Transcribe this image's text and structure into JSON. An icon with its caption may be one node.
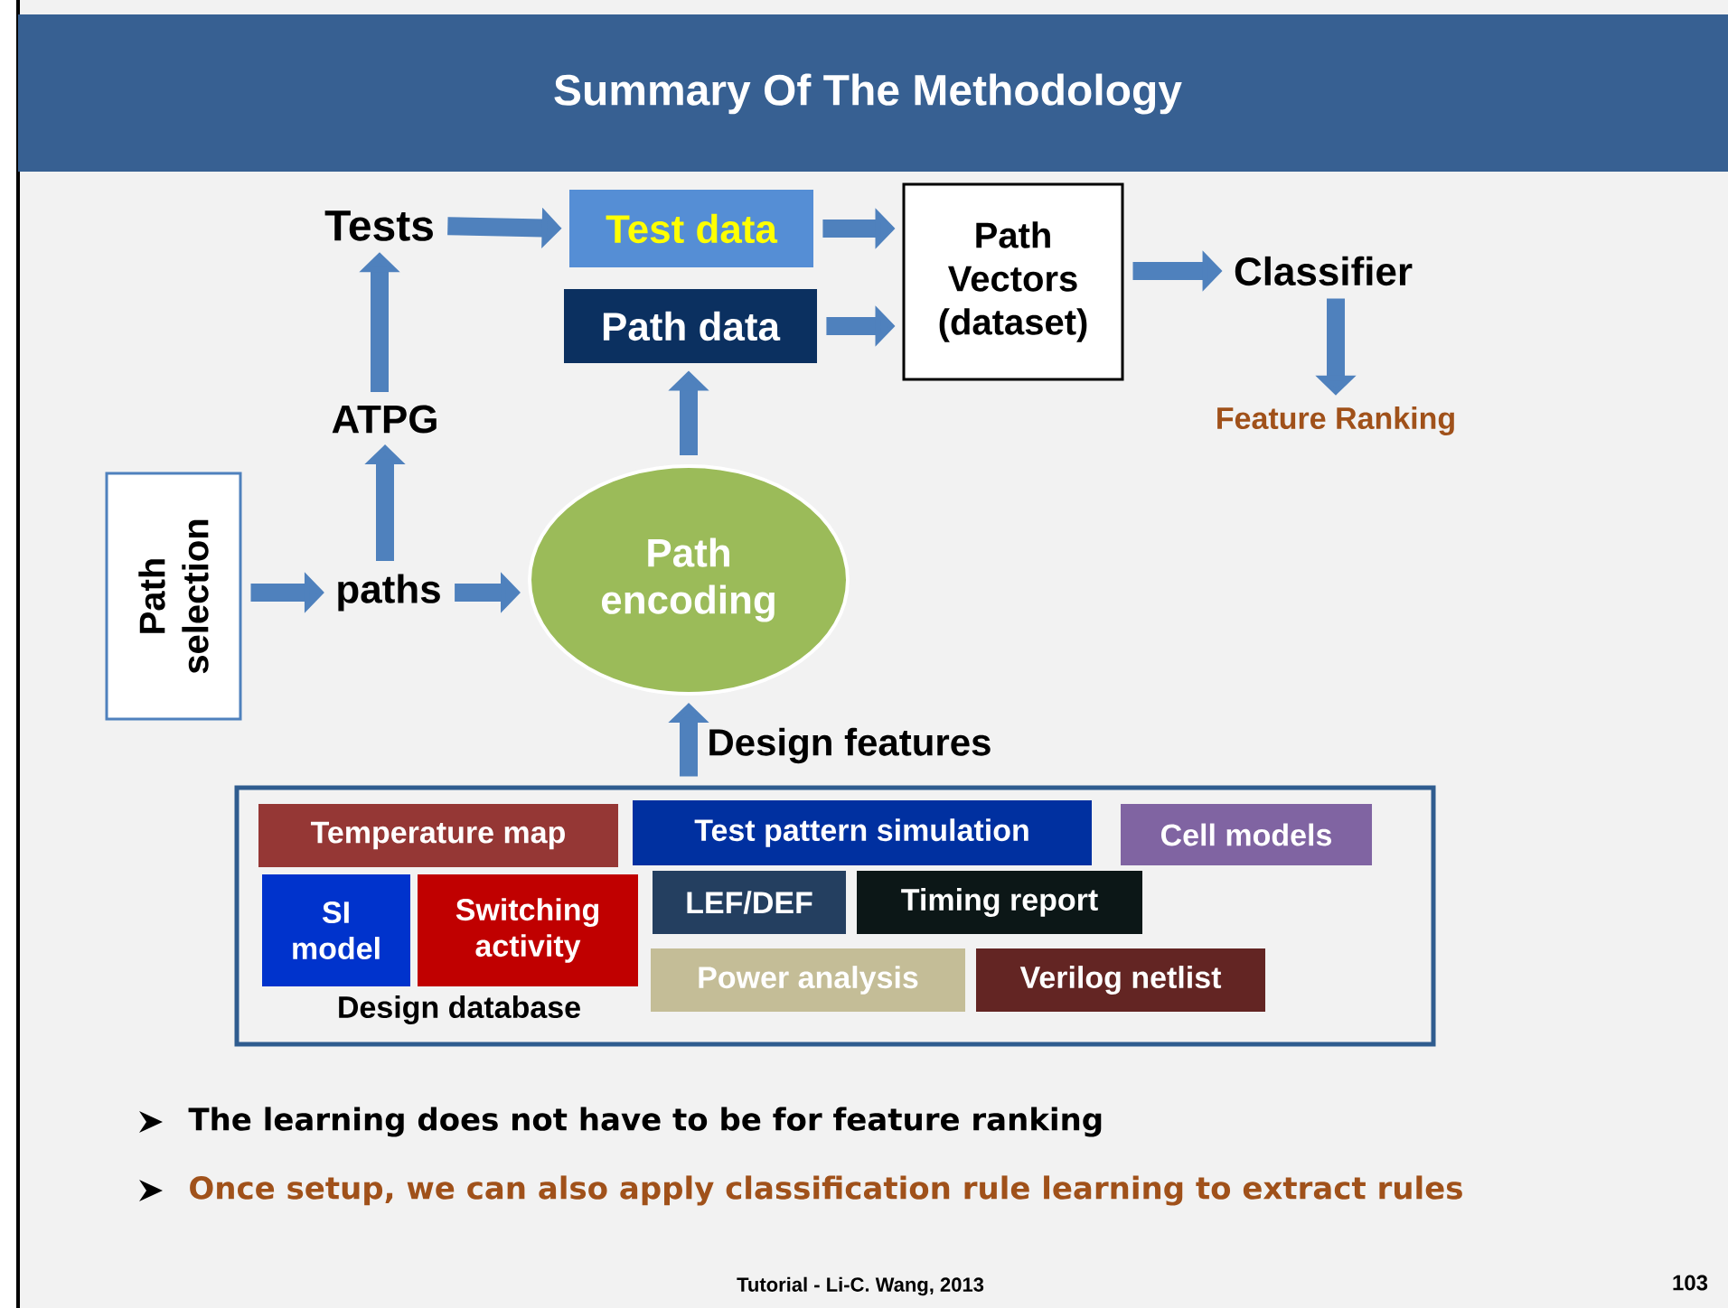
{
  "diagram": {
    "title": "Summary Of The Methodology",
    "nodes": [
      {
        "text": [
          "Tests"
        ]
      },
      {
        "text": [
          "Test data"
        ]
      },
      {
        "text": [
          "Path data"
        ]
      },
      {
        "text": [
          "Path Vectors (dataset)"
        ]
      },
      {
        "text": [
          "Classifier"
        ]
      },
      {
        "text": [
          "Feature Ranking"
        ]
      },
      {
        "text": [
          "ATPG"
        ]
      },
      {
        "text": [
          "Path selection"
        ]
      },
      {
        "text": [
          "paths"
        ]
      },
      {
        "text": [
          "Path encoding"
        ]
      },
      {
        "text": [
          "Design database"
        ]
      },
      {
        "text": [
          "Temperature map"
        ],
        "in": 10
      },
      {
        "text": [
          "Test pattern simulation"
        ],
        "in": 10
      },
      {
        "text": [
          "Cell models"
        ],
        "in": 10
      },
      {
        "text": [
          "SI model"
        ],
        "in": 10
      },
      {
        "text": [
          "Switching activity"
        ],
        "in": 10
      },
      {
        "text": [
          "LEF/DEF"
        ],
        "in": 10
      },
      {
        "text": [
          "Timing report"
        ],
        "in": 10
      },
      {
        "text": [
          "Power analysis"
        ],
        "in": 10
      },
      {
        "text": [
          "Verilog netlist"
        ],
        "in": 10
      }
    ],
    "edges": [
      {
        "from": 0,
        "to": 1,
        "arrow": "to"
      },
      {
        "from": 1,
        "to": 3,
        "arrow": "to"
      },
      {
        "from": 2,
        "to": 3,
        "arrow": "to"
      },
      {
        "from": 3,
        "to": 4,
        "arrow": "to"
      },
      {
        "from": 4,
        "to": 5,
        "arrow": "to"
      },
      {
        "from": 6,
        "to": 0,
        "arrow": "to"
      },
      {
        "from": 8,
        "to": 6,
        "arrow": "to"
      },
      {
        "from": 7,
        "to": 8,
        "arrow": "to"
      },
      {
        "from": 8,
        "to": 9,
        "arrow": "to"
      },
      {
        "from": 9,
        "to": 2,
        "arrow": "to"
      },
      {
        "from": 10,
        "to": 9,
        "arrow": "to",
        "label": "Design features"
      }
    ],
    "labels": [
      "The learning does not have to be for feature ranking",
      "Once setup, we can also apply classification rule learning to extract rules",
      "Tutorial - Li-C. Wang, 2013",
      "103"
    ]
  }
}
